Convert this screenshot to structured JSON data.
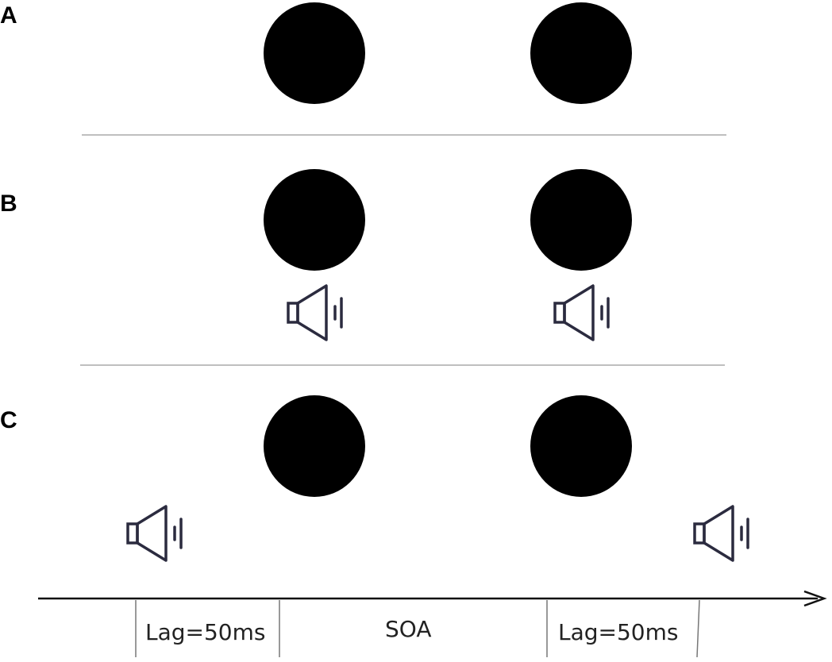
{
  "panels": [
    {
      "label": "A",
      "flashes": 2,
      "beeps": "none"
    },
    {
      "label": "B",
      "flashes": 2,
      "beeps": "synchronous"
    },
    {
      "label": "C",
      "flashes": 2,
      "beeps": "lagged"
    }
  ],
  "timeline": {
    "lag_left_label": "Lag=50ms",
    "soa_label": "SOA",
    "lag_right_label": "Lag=50ms"
  },
  "colors": {
    "flash": "#000000",
    "speaker": "#2b2b3f",
    "divider": "#aaaaaa",
    "axis": "#111111",
    "tick": "#777777"
  },
  "icons": {
    "flash": "filled-circle",
    "beep": "speaker-icon"
  }
}
